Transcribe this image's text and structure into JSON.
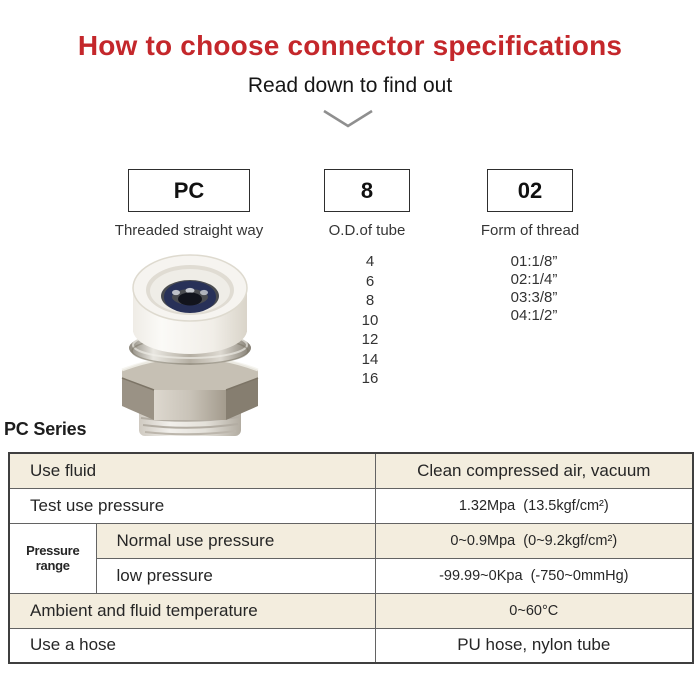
{
  "header": {
    "title": "How to choose connector specifications",
    "subtitle": "Read down to find out"
  },
  "colors": {
    "title_red": "#c4272b",
    "chevron_gray": "#8f8f8f",
    "table_band_beige": "#f3edde",
    "table_border": "#3f3f3f"
  },
  "icons": {
    "chevron_down": "wide shallow V pointing down"
  },
  "builder": {
    "segments": [
      {
        "code": "PC",
        "label": "Threaded straight way"
      },
      {
        "code": "8",
        "label": "O.D.of tube",
        "options": [
          "4",
          "6",
          "8",
          "10",
          "12",
          "14",
          "16"
        ]
      },
      {
        "code": "02",
        "label": "Form of thread",
        "options": [
          "01:1/8”",
          "02:1/4”",
          "03:3/8”",
          "04:1/2”"
        ]
      }
    ]
  },
  "series_label": "PC Series",
  "spec_table": {
    "rows": [
      {
        "label": "Use fluid",
        "value": "Clean compressed air, vacuum"
      },
      {
        "label": "Test use pressure",
        "value": "1.32Mpa  (13.5kgf/cm²)"
      },
      {
        "group": "Pressure range",
        "label": "Normal use pressure",
        "value": "0~0.9Mpa  (0~9.2kgf/cm²)"
      },
      {
        "label": "low pressure",
        "value": "-99.99~0Kpa  (-750~0mmHg)"
      },
      {
        "label": "Ambient and fluid temperature",
        "value": "0~60°C"
      },
      {
        "label": "Use a hose",
        "value": "PU hose, nylon tube"
      }
    ]
  }
}
